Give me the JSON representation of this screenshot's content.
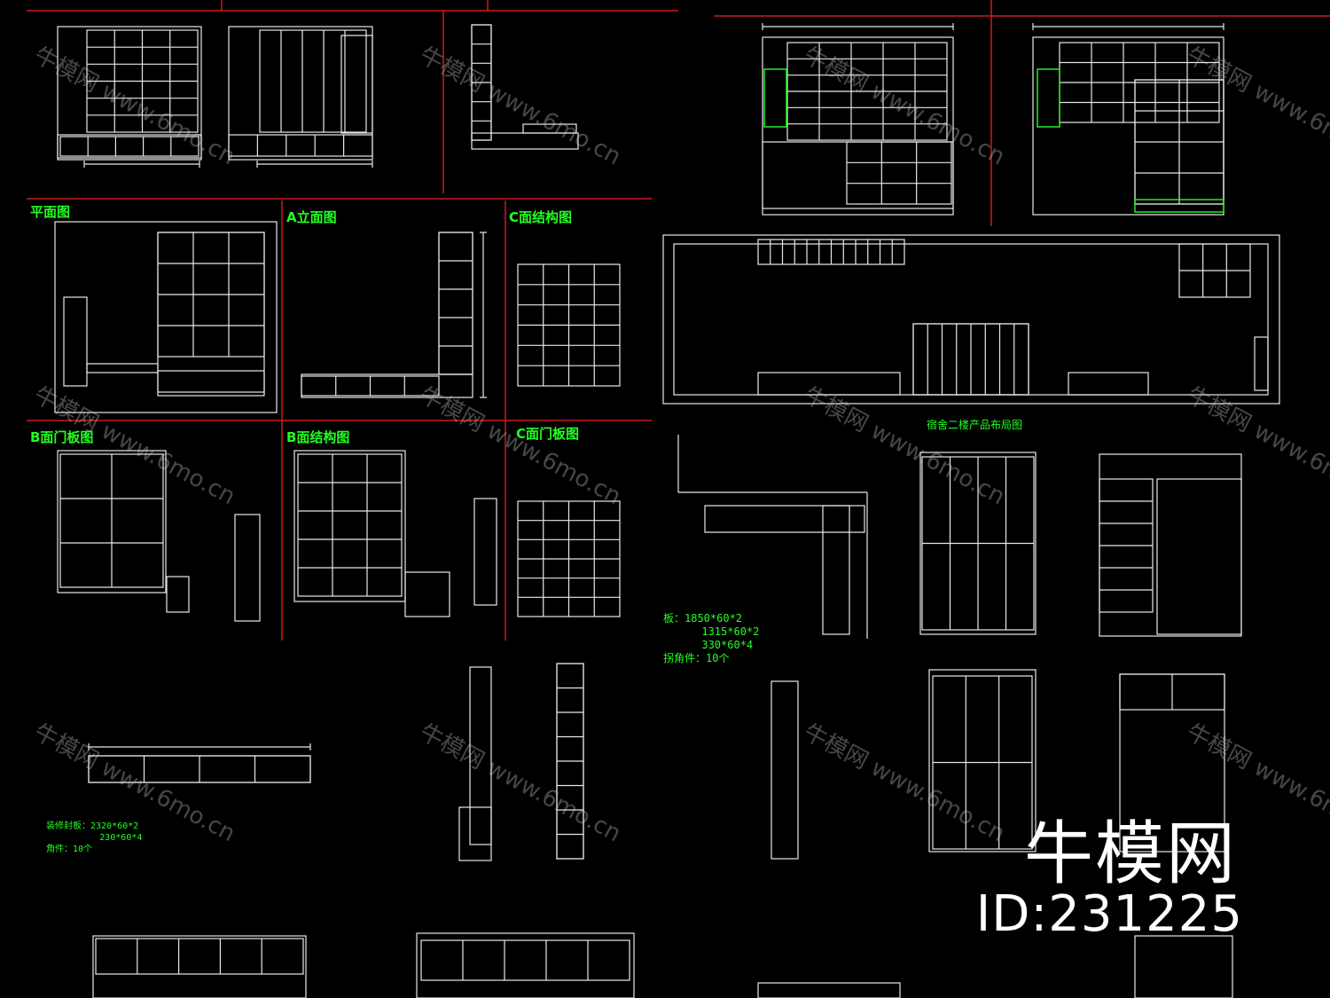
{
  "colors": {
    "background": "#000000",
    "line": "#e8e8e8",
    "text": "#22ff22",
    "divider": "#c81e1e",
    "watermark": "#c8c8c8"
  },
  "panels": {
    "a_elevation": "A立面图",
    "plan": "平面图",
    "c_structure": "C面结构图",
    "b_door": "B面门板图",
    "b_structure": "B面结构图",
    "c_door": "C面门板图",
    "floor_plan_caption": "宿舍二楼产品布局图"
  },
  "notes": {
    "board_list": "板：1850*60*2\n      1315*60*2\n      330*60*4\n拐角件：10个",
    "lower_list": "装修封板：2320*60*2\n          230*60*4\n角件：10个"
  },
  "watermarks": [
    "牛模网 www.6mo.cn",
    "牛模网 www.6mo.cn",
    "牛模网 www.6mo.cn",
    "牛模网 www.6mo.cn",
    "牛模网 www.6mo.cn",
    "牛模网 www.6mo.cn",
    "牛模网 www.6mo.cn",
    "牛模网 www.6mo.cn",
    "牛模网 www.6mo.cn",
    "牛模网 www.6mo.cn",
    "牛模网 www.6mo.cn",
    "牛模网 www.6mo.cn"
  ],
  "brand": {
    "name": "牛模网",
    "id": "ID:231225"
  }
}
